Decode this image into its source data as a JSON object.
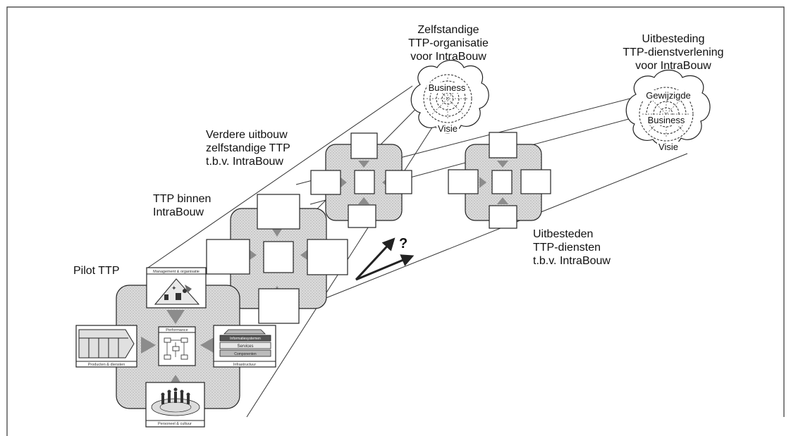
{
  "labels": {
    "pilot": "Pilot TTP",
    "ttp_binnen": [
      "TTP binnen",
      "IntraBouw"
    ],
    "verdere": [
      "Verdere uitbouw",
      "zelfstandige TTP",
      "t.b.v. IntraBouw"
    ],
    "zelfstandige": [
      "Zelfstandige",
      "TTP-organisatie",
      "voor IntraBouw"
    ],
    "uitbesteding": [
      "Uitbesteding",
      "TTP-dienstverlening",
      "voor IntraBouw"
    ],
    "uitbesteden": [
      "Uitbesteden",
      "TTP-diensten",
      "t.b.v. IntraBouw"
    ],
    "question": "?"
  },
  "cloud_left": {
    "top": "Business",
    "bottom": "Visie"
  },
  "cloud_right": {
    "top": "Gewijzigde",
    "middle": "Business",
    "bottom": "Visie"
  },
  "pilot_panels": {
    "top": "Management & organisatie",
    "left": "Producten & diensten",
    "center": "Performance",
    "right": "Infrastructuur",
    "right_rows": [
      "Informatiesystemen",
      "Services",
      "Componenten"
    ],
    "bottom": "Personeel & cultuur"
  },
  "colors": {
    "stroke": "#222222",
    "fill": "#d6d6d6",
    "arrow": "#8c8c8c"
  }
}
